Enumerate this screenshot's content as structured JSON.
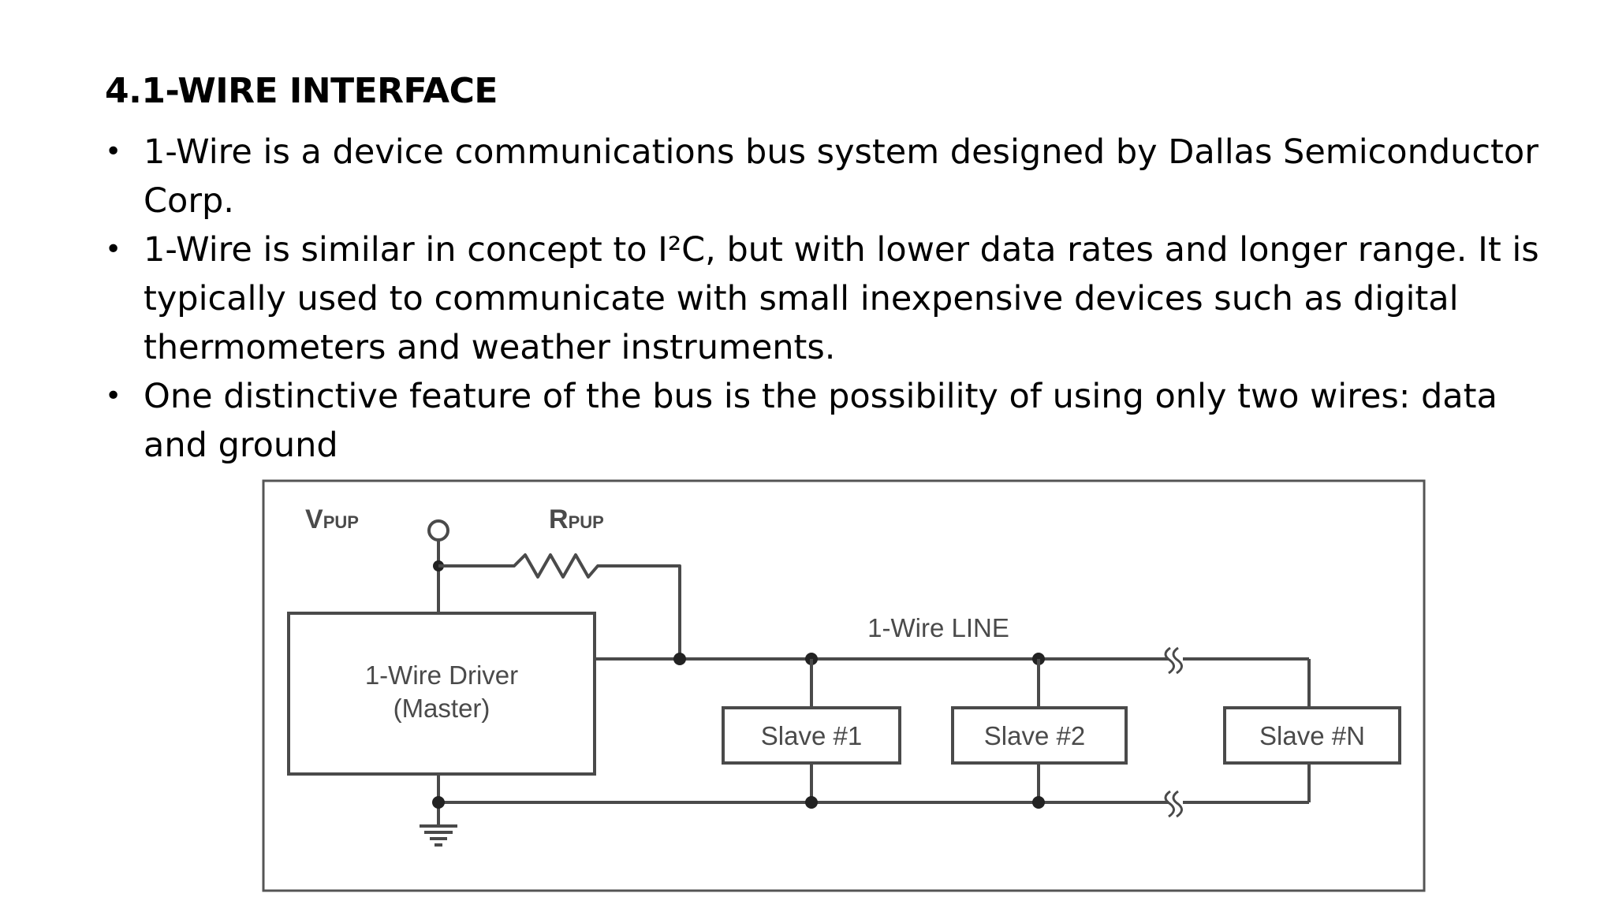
{
  "slide": {
    "title": "4.1-WIRE INTERFACE",
    "bullets": [
      {
        "marker": "•",
        "text": "1-Wire is a device communications bus system designed by Dallas Semiconductor Corp."
      },
      {
        "marker": "•",
        "text": "1-Wire is similar in concept to I²C, but with lower data rates and longer range. It is typically used to communicate with small inexpensive devices such as digital thermometers and weather instruments."
      },
      {
        "marker": "•",
        "text": "One distinctive feature of the bus is the possibility of using only two wires: data and ground"
      }
    ]
  },
  "diagram": {
    "vpup_main": "V",
    "vpup_sub": "PUP",
    "rpup_main": "R",
    "rpup_sub": "PUP",
    "line_label": "1-Wire LINE",
    "driver_line1": "1-Wire Driver",
    "driver_line2": "(Master)",
    "slave1": "Slave #1",
    "slave2": "Slave #2",
    "slaveN": "Slave #N"
  }
}
